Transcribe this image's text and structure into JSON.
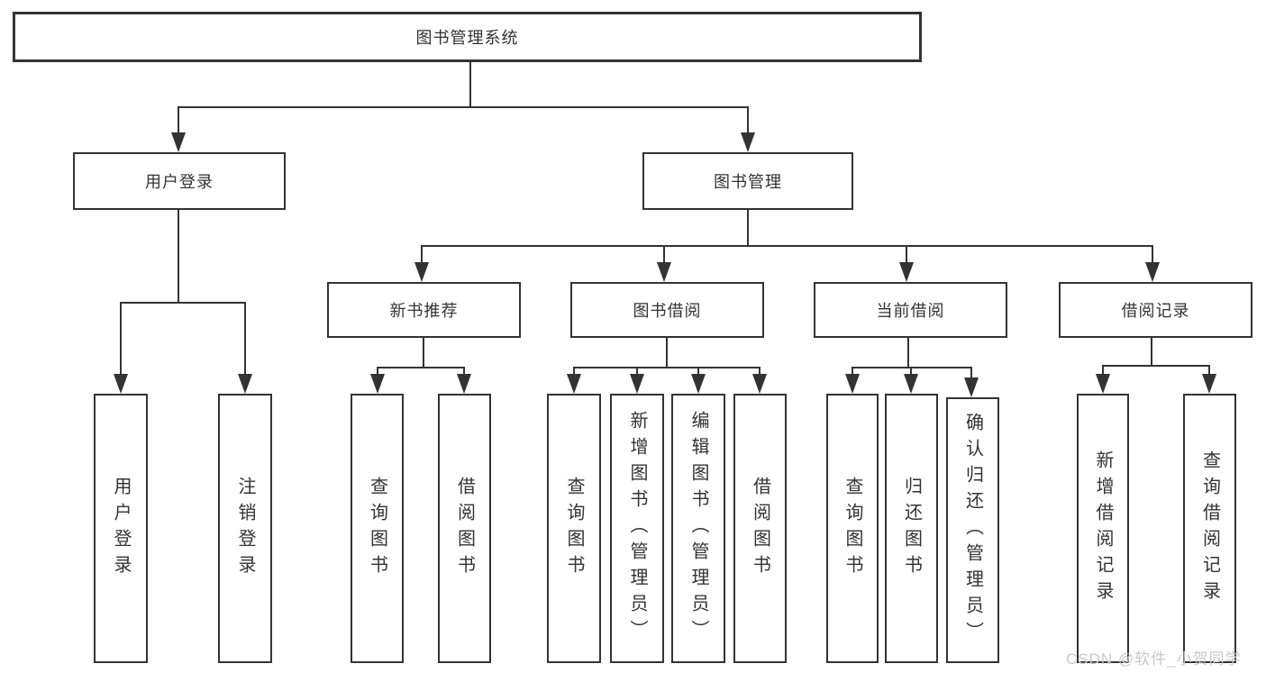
{
  "diagram": {
    "root": "图书管理系统",
    "level2": {
      "user_login": "用户登录",
      "book_mgmt": "图书管理"
    },
    "user_login_children": [
      "用户登录",
      "注销登录"
    ],
    "level3": [
      "新书推荐",
      "图书借阅",
      "当前借阅",
      "借阅记录"
    ],
    "recommend_children": [
      "查询图书",
      "借阅图书"
    ],
    "borrow_children": [
      "查询图书",
      "新增图书（管理员）",
      "编辑图书（管理员）",
      "借阅图书"
    ],
    "current_children": [
      "查询图书",
      "归还图书",
      "确认归还（管理员）"
    ],
    "records_children": [
      "新增借阅记录",
      "查询借阅记录"
    ]
  },
  "watermark": "CSDN @软件_小贺同学",
  "colors": {
    "line": "#333333",
    "text": "#333333",
    "watermark": "#c9c9c9",
    "background": "#ffffff"
  }
}
